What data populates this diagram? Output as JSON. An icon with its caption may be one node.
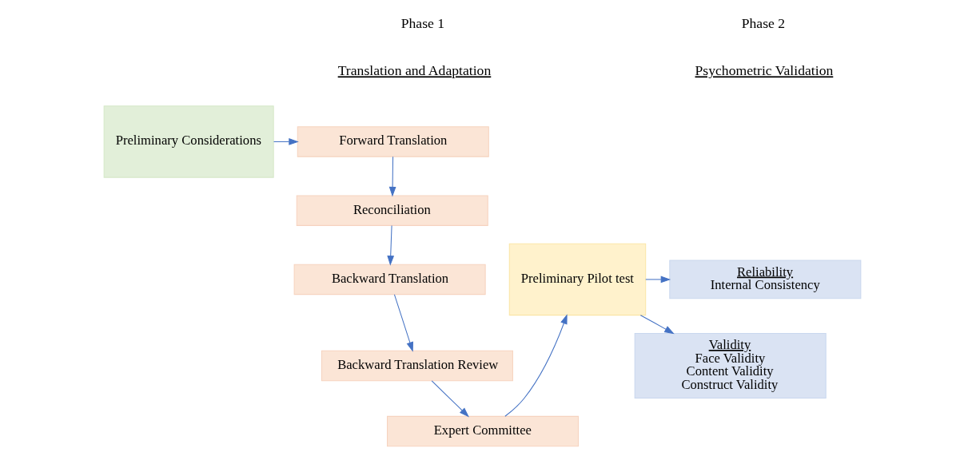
{
  "diagram": {
    "nodes": [
      {
        "text": [
          "Preliminary Considerations"
        ]
      },
      {
        "text": [
          "Forward Translation"
        ]
      },
      {
        "text": [
          "Reconciliation"
        ]
      },
      {
        "text": [
          "Backward Translation"
        ]
      },
      {
        "text": [
          "Backward Translation Review"
        ]
      },
      {
        "text": [
          "Expert Committee"
        ]
      },
      {
        "text": [
          "Preliminary Pilot test"
        ]
      },
      {
        "text": [
          "Reliability",
          "Internal Consistency"
        ]
      },
      {
        "text": [
          "Validity",
          "Face Validity",
          "Content Validity",
          "Construct Validity"
        ]
      }
    ],
    "edges": [
      {
        "from": 0,
        "to": 1,
        "arrow": "to"
      },
      {
        "from": 1,
        "to": 2,
        "arrow": "to"
      },
      {
        "from": 2,
        "to": 3,
        "arrow": "to"
      },
      {
        "from": 3,
        "to": 4,
        "arrow": "to"
      },
      {
        "from": 4,
        "to": 5,
        "arrow": "to"
      },
      {
        "from": 5,
        "to": 6,
        "arrow": "to"
      },
      {
        "from": 6,
        "to": 7,
        "arrow": "to"
      },
      {
        "from": 6,
        "to": 8,
        "arrow": "to"
      }
    ],
    "labels": [
      "Phase 1",
      "Phase 2",
      "Translation and Adaptation",
      "Psychometric Validation"
    ]
  }
}
